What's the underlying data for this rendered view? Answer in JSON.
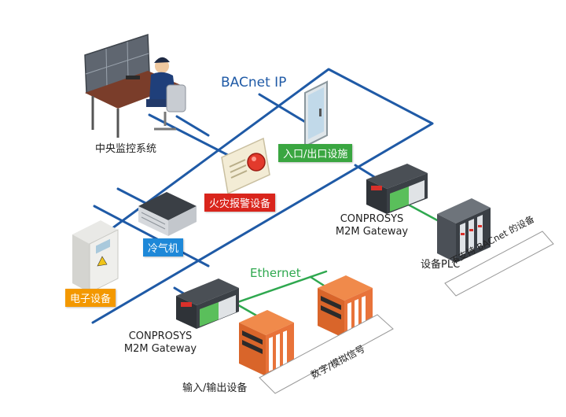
{
  "network": {
    "bacnet_label": "BACnet IP",
    "ethernet_label": "Ethernet"
  },
  "labels": {
    "central_monitoring": "中央监控系统",
    "access_equipment": "入口/出口设施",
    "fire_alarm": "火灾报警设备",
    "air_conditioner": "冷气机",
    "electrical_equipment": "电子设备",
    "gateway_top_line1": "CONPROSYS",
    "gateway_top_line2": "M2M Gateway",
    "plc_device": "设备PLC",
    "non_bacnet": "不支持 BACnet 的设备",
    "gateway_bottom_line1": "CONPROSYS",
    "gateway_bottom_line2": "M2M Gateway",
    "digital_analog": "数字/模拟信号",
    "io_device": "输入/输出设备"
  },
  "colors": {
    "bacnet_line": "#1f5aa6",
    "ethernet_line": "#2fa84f",
    "tag_green": "#3aa641",
    "tag_red": "#d9251c",
    "tag_blue": "#1e88d8",
    "tag_orange": "#f39800"
  }
}
